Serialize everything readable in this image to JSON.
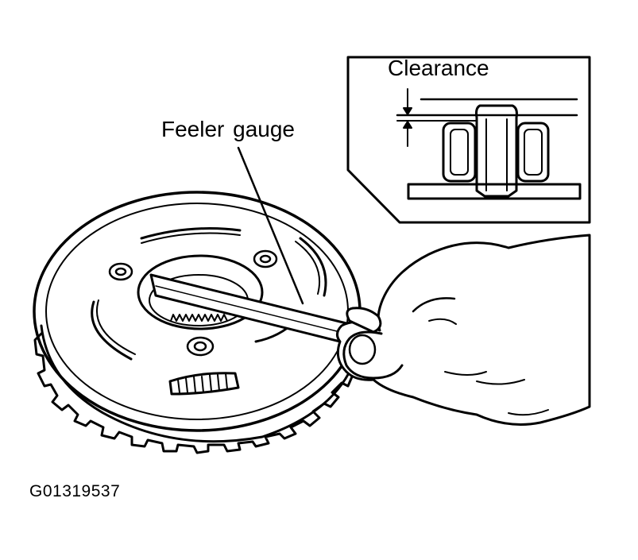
{
  "labels": {
    "clearance": "Clearance",
    "feeler_gauge": "Feeler gauge",
    "figure_id": "G01319537"
  },
  "colors": {
    "ink": "#000000",
    "paper": "#ffffff"
  }
}
